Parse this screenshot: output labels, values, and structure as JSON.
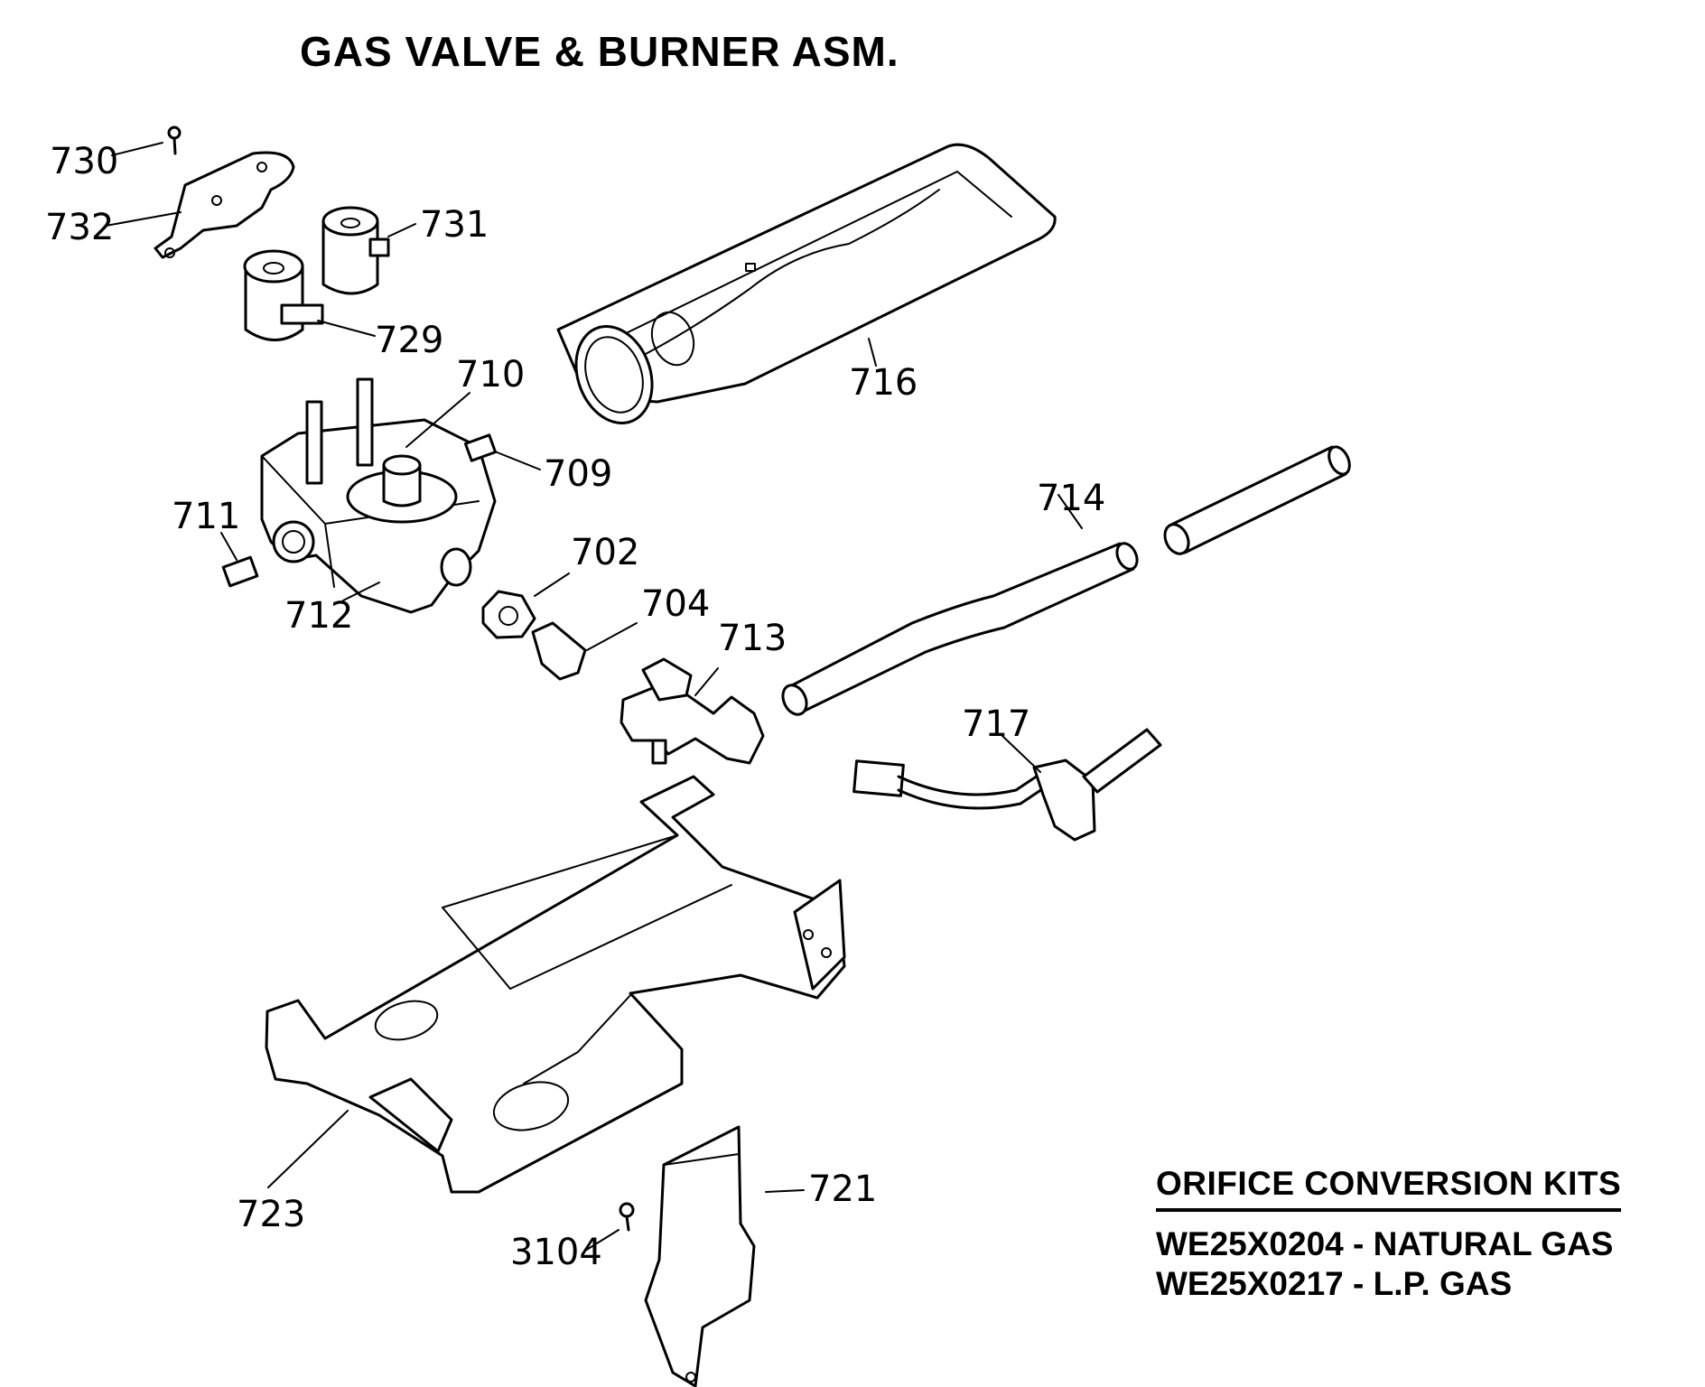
{
  "title": "GAS VALVE & BURNER ASM.",
  "callouts": [
    {
      "id": "730",
      "label": "730"
    },
    {
      "id": "732",
      "label": "732"
    },
    {
      "id": "731",
      "label": "731"
    },
    {
      "id": "729",
      "label": "729"
    },
    {
      "id": "710",
      "label": "710"
    },
    {
      "id": "709",
      "label": "709"
    },
    {
      "id": "716",
      "label": "716"
    },
    {
      "id": "714",
      "label": "714"
    },
    {
      "id": "711",
      "label": "711"
    },
    {
      "id": "712",
      "label": "712"
    },
    {
      "id": "702",
      "label": "702"
    },
    {
      "id": "704",
      "label": "704"
    },
    {
      "id": "713",
      "label": "713"
    },
    {
      "id": "717",
      "label": "717"
    },
    {
      "id": "723",
      "label": "723"
    },
    {
      "id": "721",
      "label": "721"
    },
    {
      "id": "3104",
      "label": "3104"
    }
  ],
  "conversion_kits": {
    "heading": "ORIFICE CONVERSION KITS",
    "items": [
      {
        "part": "WE25X0204",
        "separator": "-",
        "description": "NATURAL GAS"
      },
      {
        "part": "WE25X0217",
        "separator": "-",
        "description": "L.P. GAS"
      }
    ]
  }
}
